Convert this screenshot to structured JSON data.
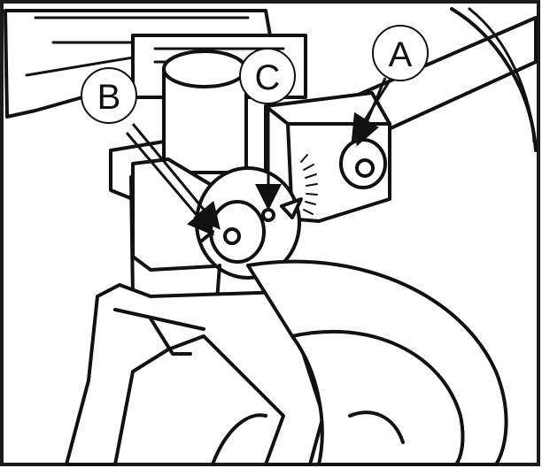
{
  "callouts": [
    {
      "id": "A",
      "label": "A"
    },
    {
      "id": "B",
      "label": "B"
    },
    {
      "id": "C",
      "label": "C"
    }
  ],
  "colors": {
    "line": "#111111",
    "paper": "#ffffff",
    "frame": "#1a1a1a"
  }
}
